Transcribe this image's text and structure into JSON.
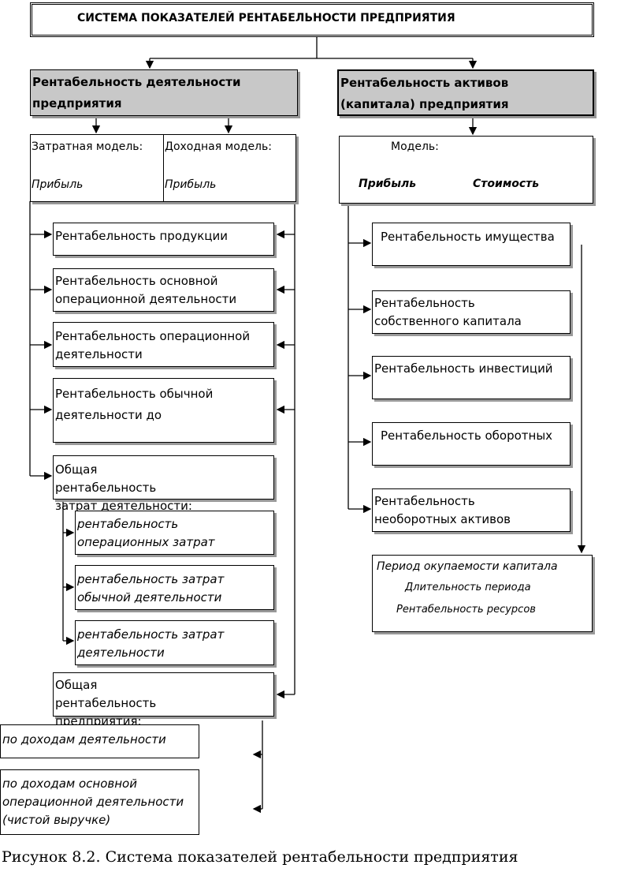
{
  "title": "СИСТЕМА ПОКАЗАТЕЛЕЙ РЕНТАБЕЛЬНОСТИ ПРЕДПРИЯТИЯ",
  "left_header": "Рентабельность деятельности предприятия",
  "right_header": "Рентабельность активов (капитала) предприятия",
  "cost_model": {
    "label": "Затратная модель:",
    "numerator": "Прибыль"
  },
  "income_model": {
    "label": "Доходная модель:",
    "numerator": "Прибыль"
  },
  "asset_model": {
    "label": "Модель:",
    "left": "Прибыль",
    "right": "Стоимость"
  },
  "left_items": [
    "Рентабельность продукции",
    "Рентабельность основной операционной деятельности",
    "Рентабельность операционной деятельности",
    "Рентабельность обычной деятельности до",
    "Общая рентабельность затрат деятельности:"
  ],
  "sub_items": [
    "рентабельность операционных затрат",
    "рентабельность затрат обычной деятельности",
    "рентабельность затрат деятельности"
  ],
  "total": "Общая рентабельность предприятия:",
  "bottom_items": [
    "по доходам деятельности",
    "по доходам основной операционной деятельности (чистой выручке)"
  ],
  "right_items": [
    "Рентабельность имущества",
    "Рентабельность собственного капитала",
    "Рентабельность инвестиций",
    "Рентабельность оборотных",
    "Рентабельность необоротных активов"
  ],
  "payback": {
    "title": "Период окупаемости капитала",
    "numerator": "Длительность периода",
    "denominator": "Рентабельность ресурсов"
  },
  "caption": "Рисунок 8.2. Система показателей рентабельности предприятия"
}
